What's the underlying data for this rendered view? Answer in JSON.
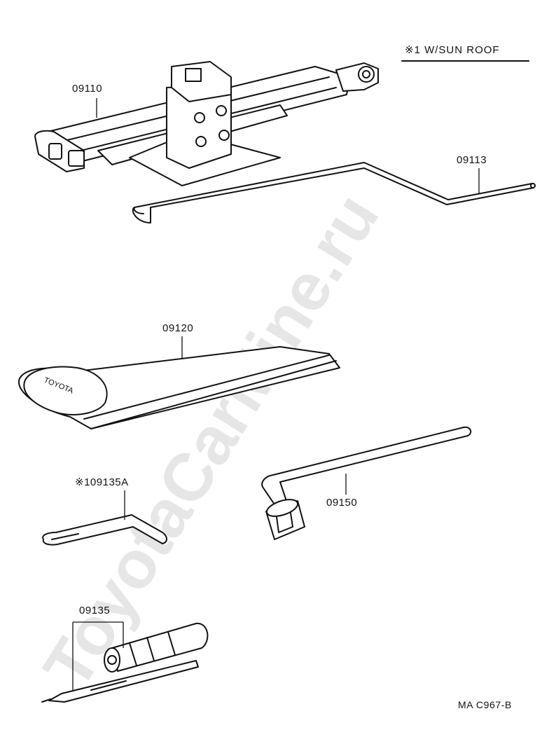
{
  "note": {
    "text": "※1 W/SUN  ROOF"
  },
  "watermark": "ToyotaCarMine.ru",
  "diagram_code": "MA  C967-B",
  "bag_print": "TOYOTA",
  "parts": [
    {
      "id": "jack",
      "label": "09110",
      "icon": "scissor-jack-icon"
    },
    {
      "id": "jack-handle",
      "label": "09113",
      "icon": "jack-handle-icon"
    },
    {
      "id": "tool-bag",
      "label": "09120",
      "icon": "tool-bag-icon"
    },
    {
      "id": "sunroof-wrench",
      "label": "※109135A",
      "icon": "sunroof-wrench-icon"
    },
    {
      "id": "lug-wrench",
      "label": "09150",
      "icon": "lug-wrench-icon"
    },
    {
      "id": "screwdriver-set",
      "label": "09135",
      "icon": "screwdriver-icon"
    }
  ],
  "colors": {
    "line": "#111111",
    "watermark": "#c8c8c8",
    "background": "#ffffff"
  }
}
